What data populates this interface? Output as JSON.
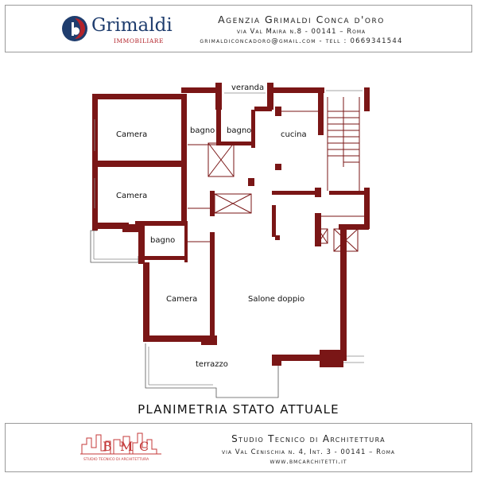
{
  "header": {
    "logo_name": "Grimaldi",
    "logo_sub": "IMMOBILIARE",
    "agency_name": "Agenzia Grimaldi Conca d'oro",
    "agency_address": "via Val Maira n.8  - 00141 – Roma",
    "agency_contact": "grimaldiconcadoro@gmail.com - tell : 0669341544"
  },
  "plan": {
    "rooms": {
      "veranda": "veranda",
      "camera_top": "Camera",
      "bagno_1": "bagno",
      "bagno_2": "bagno",
      "cucina": "cucina",
      "camera_mid": "Camera",
      "bagno_3": "bagno",
      "camera_bottom": "Camera",
      "salone": "Salone doppio",
      "terrazzo": "terrazzo"
    },
    "title": "PLANIMETRIA STATO ATTUALE"
  },
  "footer": {
    "studio_name": "Studio Tecnico di Architettura",
    "studio_address": "via Val Cenischia n. 4, Int. 3 - 00141 – Roma",
    "studio_web": "www.bmcarchitetti.it",
    "logo_text": "STUDIO TECNICO DI ARCHITETTURA"
  },
  "colors": {
    "wall": "#7a1616",
    "brand_blue": "#1f3d6e",
    "brand_red": "#b3232a"
  }
}
